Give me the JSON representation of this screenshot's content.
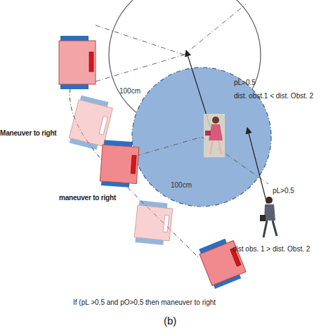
{
  "diagram": {
    "caption": "(b)",
    "nodes": [
      {
        "text": [
          "100cm"
        ]
      },
      {
        "text": [
          "100cm"
        ]
      }
    ],
    "labels": [
      "pL>0.5",
      "dist. obst.1 < dist. Obst. 2",
      "Maneuver to right",
      "maneuver to right",
      "pL>0.5",
      "dist obs. 1 > dist. Obst. 2",
      "If (pL >0.5 and pO>0.5 then maneuver to right"
    ]
  }
}
